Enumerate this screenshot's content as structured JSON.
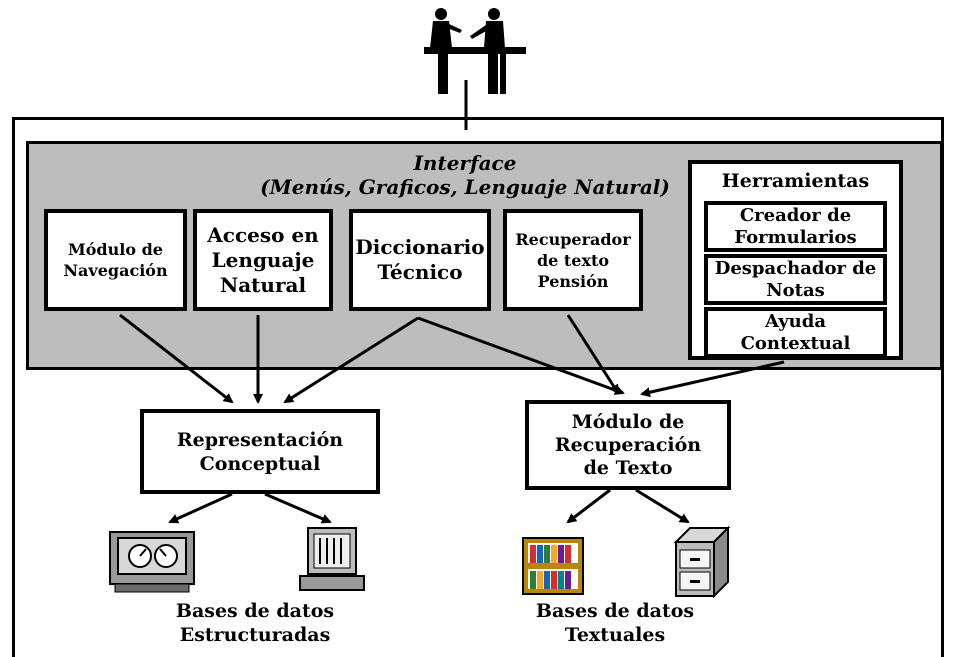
{
  "interface": {
    "title": "Interface",
    "subtitle": "(Menús, Graficos, Lenguaje Natural)"
  },
  "modules": {
    "navegacion": "Módulo de Navegación",
    "acceso": "Acceso en Lenguaje Natural",
    "diccionario": "Diccionario Técnico",
    "recuperador": "Recuperador de texto Pensión"
  },
  "herramientas": {
    "title": "Herramientas",
    "items": [
      "Creador de Formularios",
      "Despachador de Notas",
      "Ayuda Contextual"
    ]
  },
  "representacion": "Representación Conceptual",
  "recuperacion": "Módulo de Recuperación de Texto",
  "bases_estructuradas": "Bases de datos Estructuradas",
  "bases_textuales": "Bases de datos Textuales",
  "icons": [
    "users-at-podium-icon",
    "gauge-terminal-icon",
    "computer-terminal-icon",
    "bookshelf-icon",
    "file-cabinet-icon"
  ]
}
